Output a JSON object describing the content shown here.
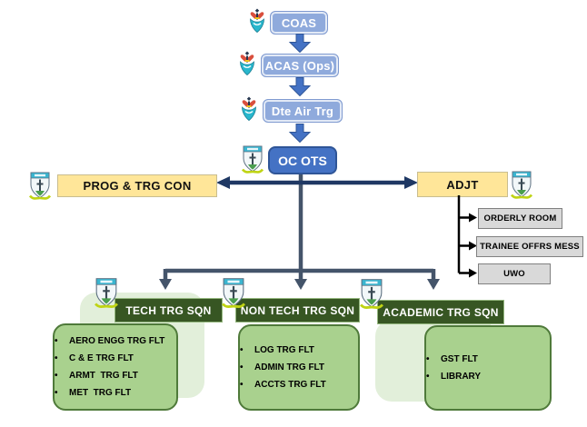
{
  "chain": [
    {
      "label": "COAS"
    },
    {
      "label": "ACAS (Ops)"
    },
    {
      "label": "Dte Air Trg"
    }
  ],
  "commander": {
    "label": "OC OTS"
  },
  "staff_left": {
    "label": "PROG & TRG CON"
  },
  "staff_right": {
    "label": "ADJT",
    "children": [
      {
        "label": "ORDERLY ROOM"
      },
      {
        "label": "TRAINEE OFFRS MESS"
      },
      {
        "label": "UWO"
      }
    ]
  },
  "squadrons": [
    {
      "name": "TECH TRG SQN",
      "units": [
        "AERO ENGG TRG FLT",
        "C & E TRG FLT",
        "ARMT  TRG FLT",
        "MET  TRG FLT"
      ]
    },
    {
      "name": "NON TECH TRG SQN",
      "units": [
        "LOG TRG FLT",
        "ADMIN TRG FLT",
        "ACCTS TRG FLT"
      ]
    },
    {
      "name": "ACADEMIC TRG SQN",
      "units": [
        "GST FLT",
        "LIBRARY"
      ]
    }
  ],
  "icons": {
    "emblem": "air-force-crest-icon",
    "shield": "ots-shield-crest-icon"
  },
  "colors": {
    "chain_box": "#8FAADC",
    "commander_box": "#4472C4",
    "staff_box": "#FFE699",
    "sub_box": "#D9D9D9",
    "squadron_header": "#375623",
    "unit_box": "#A9D18E",
    "unit_bg": "#E2EFDA",
    "arrow_blue": "#4472C4",
    "arrow_navy": "#1F3864",
    "arrow_slate": "#44546A"
  }
}
